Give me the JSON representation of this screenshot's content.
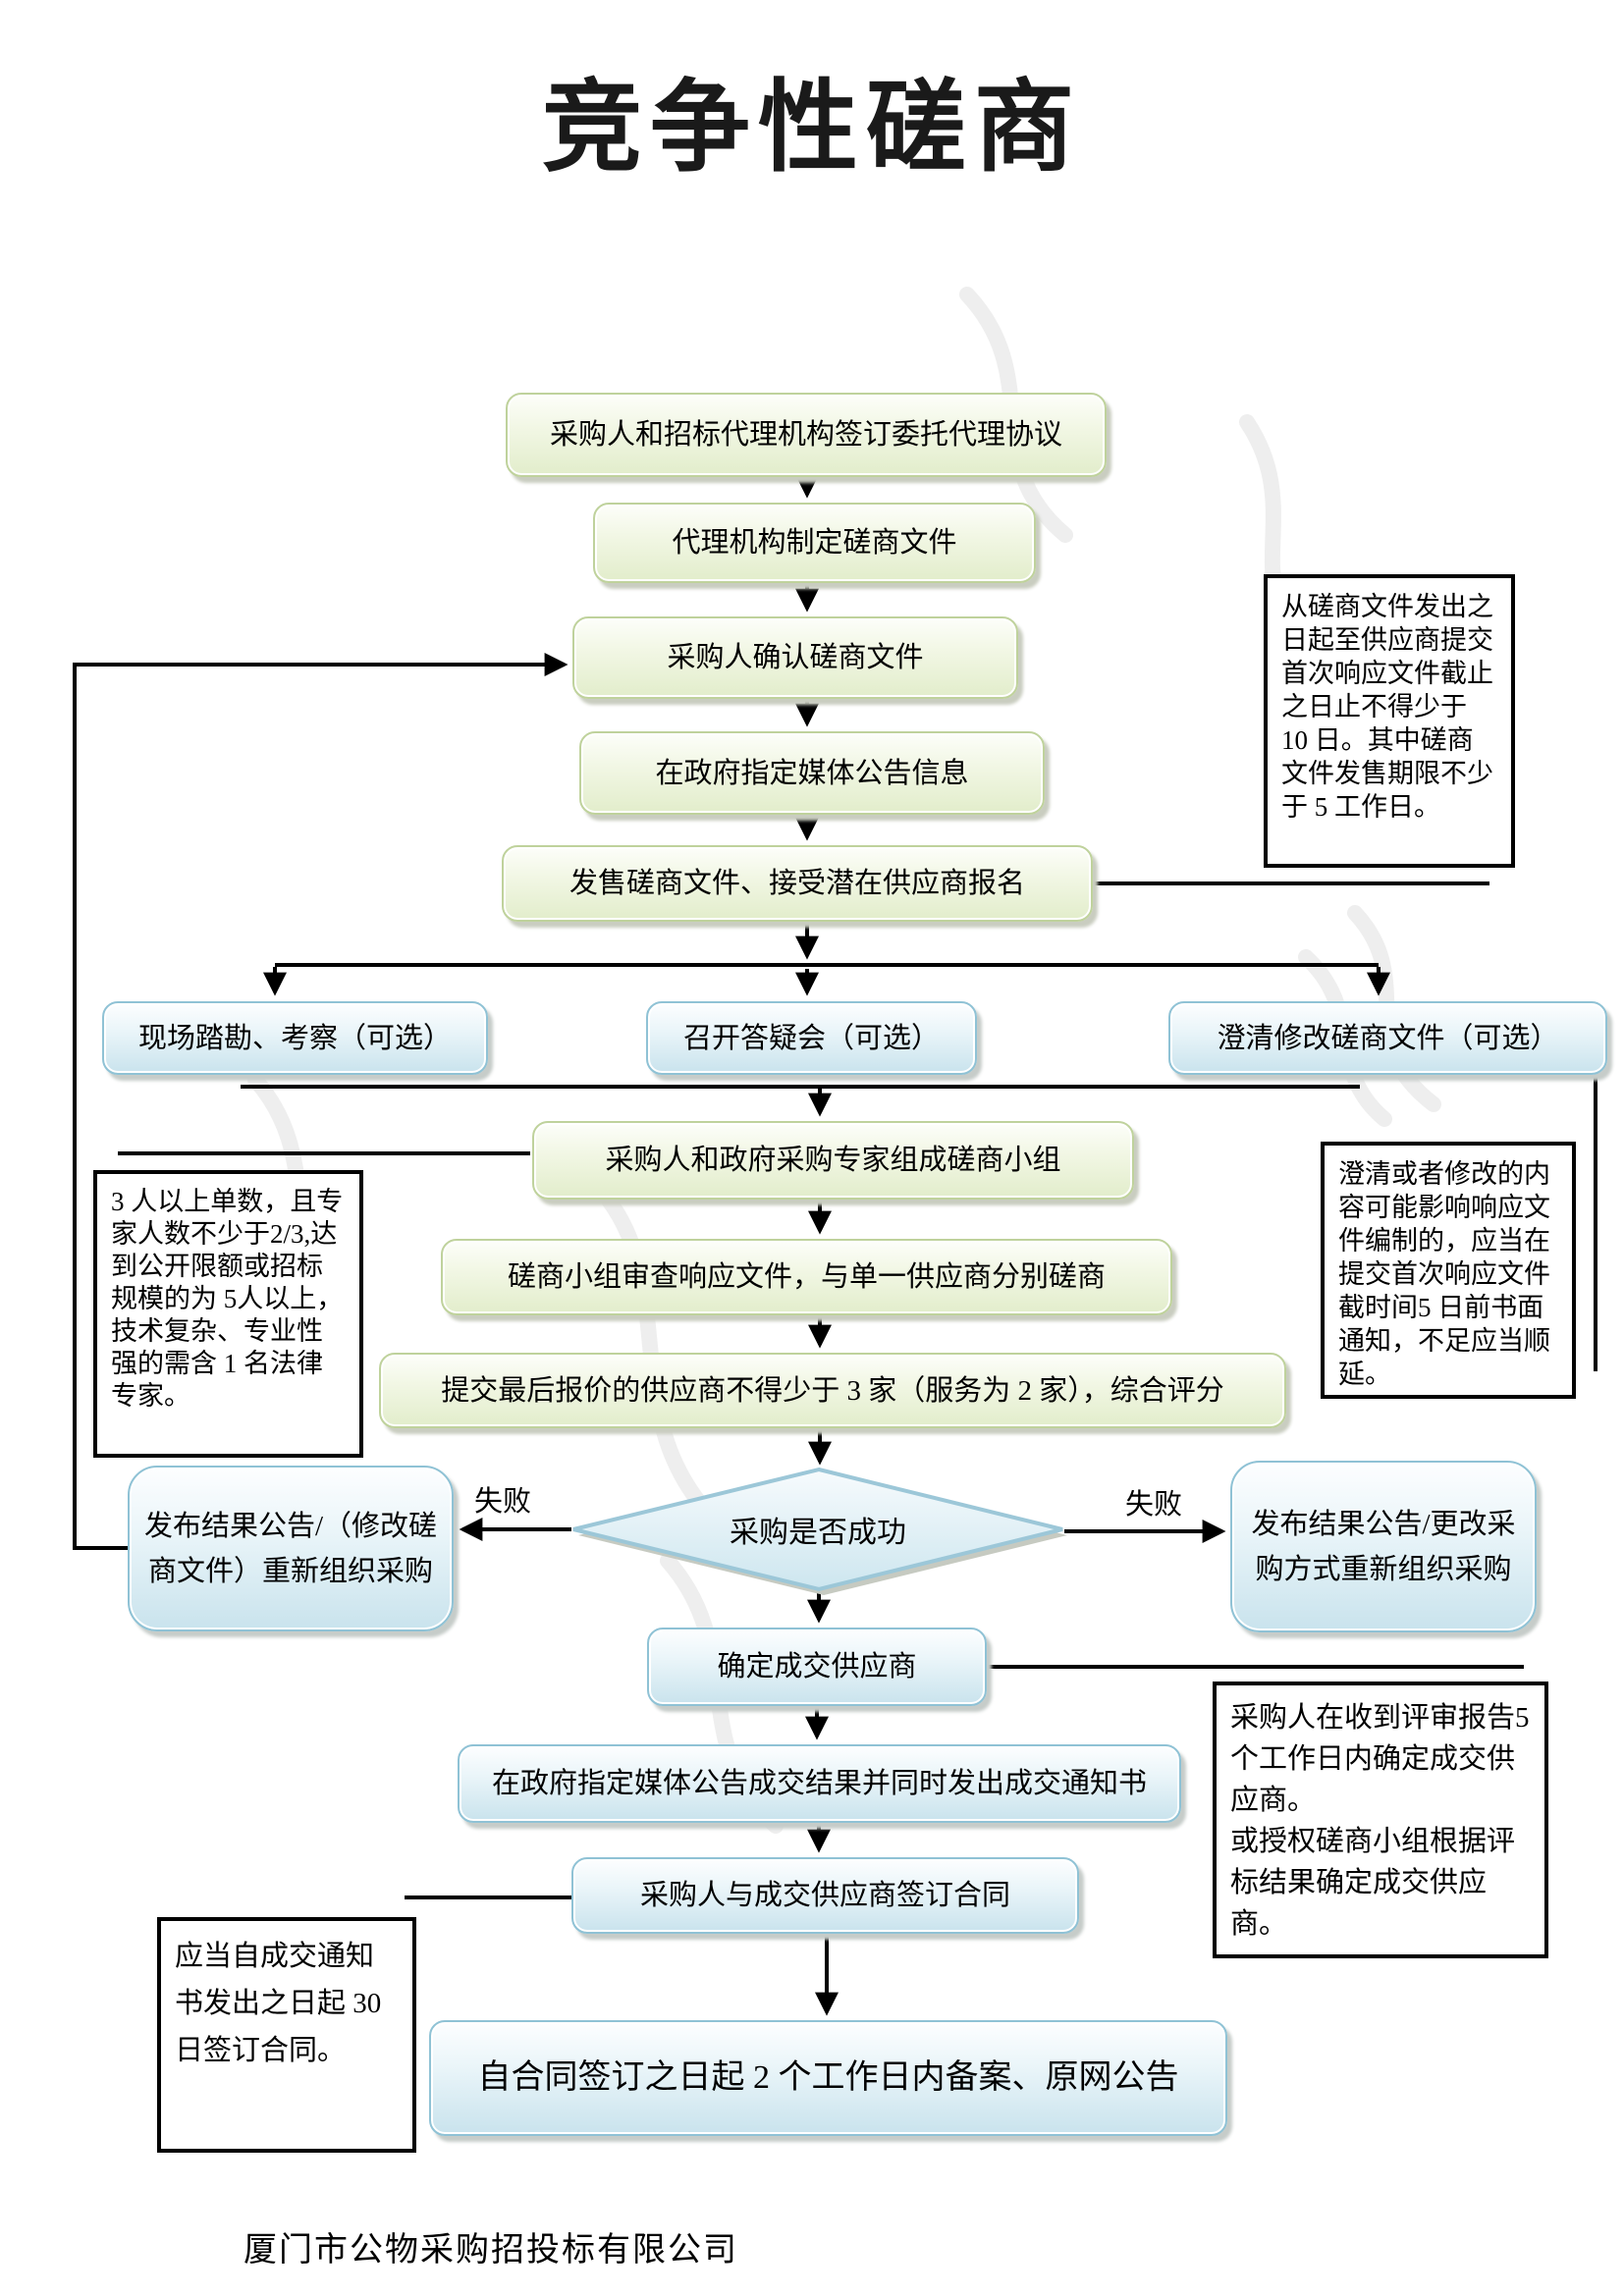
{
  "title": "竞争性磋商",
  "footer": "厦门市公物采购招投标有限公司",
  "flow": {
    "n1": "采购人和招标代理机构签订委托代理协议",
    "n2": "代理机构制定磋商文件",
    "n3": "采购人确认磋商文件",
    "n4": "在政府指定媒体公告信息",
    "n5": "发售磋商文件、接受潜在供应商报名",
    "n6": "采购人和政府采购专家组成磋商小组",
    "n7": "磋商小组审查响应文件，与单一供应商分别磋商",
    "n8": "提交最后报价的供应商不得少于 3 家（服务为 2 家），综合评分",
    "n9": "确定成交供应商",
    "n10": "在政府指定媒体公告成交结果并同时发出成交通知书",
    "n11": "采购人与成交供应商签订合同",
    "n12": "自合同签订之日起 2 个工作日内备案、原网公告"
  },
  "optional": {
    "site_visit": "现场踏勘、考察（可选）",
    "qa_meeting": "召开答疑会（可选）",
    "clarify_modify": "澄清修改磋商文件（可选）"
  },
  "decision": {
    "label": "采购是否成功",
    "fail_left": "失败",
    "fail_right": "失败"
  },
  "fail_boxes": {
    "left": "发布结果公告/（修改磋商文件）重新组织采购",
    "right": "发布结果公告/更改采购方式重新组织采购"
  },
  "annotations": {
    "deadline": "从磋商文件发出之日起至供应商提交首次响应文件截止之日止不得少于 10 日。其中磋商文件发售期限不少于 5 工作日。",
    "panel": "3 人以上单数，且专家人数不少于2/3,达到公开限额或招标规模的为 5人以上，技术复杂、专业性强的需含 1 名法律专家。",
    "clarify": "澄清或者修改的内容可能影响响应文件编制的，应当在提交首次响应文件截时间5 日前书面通知，不足应当顺延。",
    "award": "采购人在收到评审报告5 个工作日内确定成交供应商。\n或授权磋商小组根据评标结果确定成交供应商。",
    "contract": "应当自成交通知书发出之日起 30日签订合同。"
  },
  "colors": {
    "line": "#000000",
    "green_fill": "#e2edcb",
    "green_border": "#bfd29c",
    "blue_fill": "#c9e3ed",
    "blue_border": "#8fc2d5",
    "note_border": "#000000",
    "watermark": "#d8d8d8"
  }
}
